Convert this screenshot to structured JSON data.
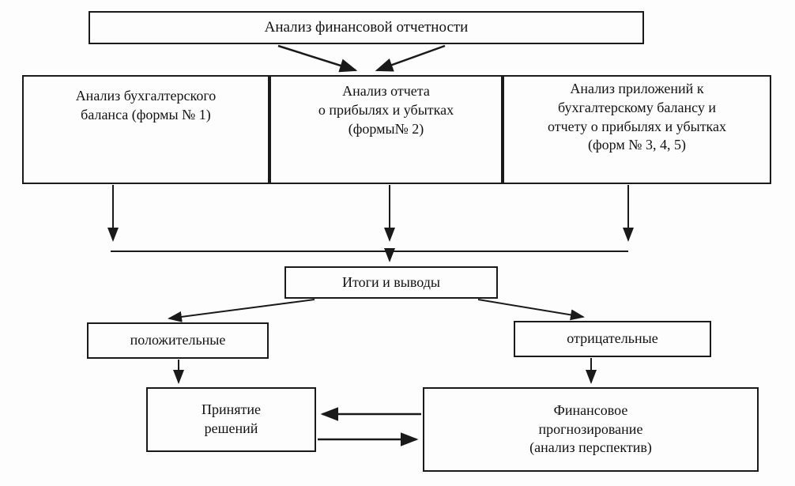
{
  "diagram": {
    "title": "Анализ финансовой отчетности",
    "nodes": {
      "balance": "Анализ бухгалтерского\nбаланса (формы № 1)",
      "profit_loss": "Анализ отчета\nо прибылях и убытках\n(формы№ 2)",
      "appendices": "Анализ приложений к\nбухгалтерскому балансу и\nотчету о прибылях и убытках\n(форм № 3, 4, 5)",
      "results": "Итоги и выводы",
      "positive": "положительные",
      "negative": "отрицательные",
      "decision": "Принятие\nрешений",
      "forecast": "Финансовое\nпрогнозирование\n(анализ перспектив)"
    },
    "colors": {
      "line": "#1a1a1a",
      "box_border": "#1a1a1a",
      "background": "#fdfdfd"
    }
  }
}
